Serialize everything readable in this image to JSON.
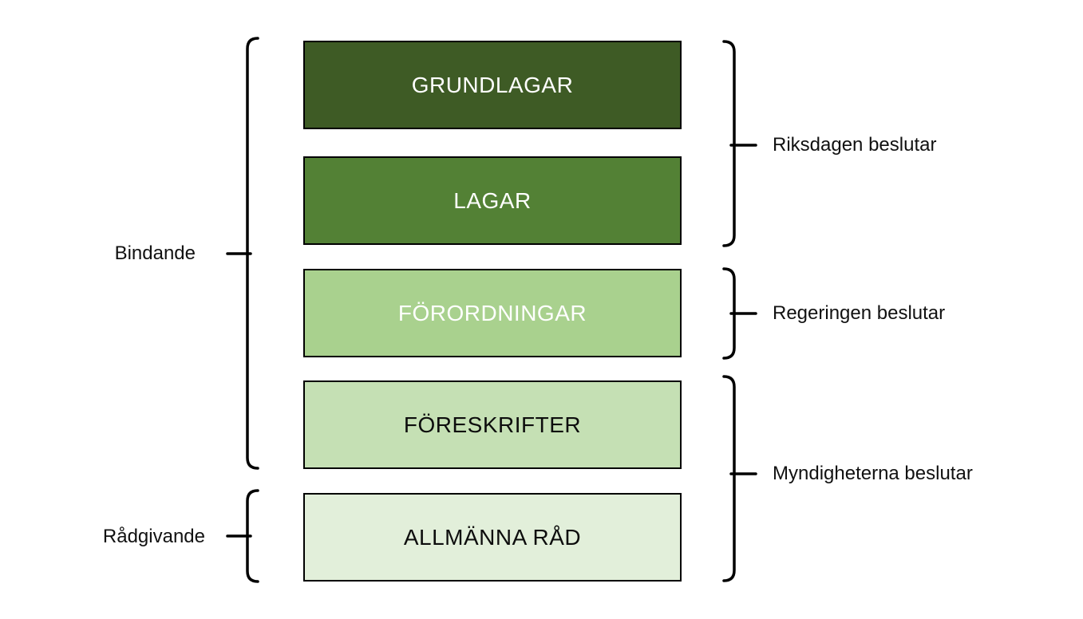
{
  "diagram": {
    "title_semantic": "Swedish legal rules hierarchy",
    "background": "#ffffff",
    "line_color": "#000000",
    "boxes": [
      {
        "label": "GRUNDLAGAR",
        "bg": "#3e5b25",
        "text_color": "#ffffff"
      },
      {
        "label": "LAGAR",
        "bg": "#538135",
        "text_color": "#ffffff"
      },
      {
        "label": "FÖRORDNINGAR",
        "bg": "#a9d18e",
        "text_color": "#ffffff"
      },
      {
        "label": "FÖRESKRIFTER",
        "bg": "#c5e0b4",
        "text_color": "#0d0d0d"
      },
      {
        "label": "ALLMÄNNA RÅD",
        "bg": "#e2efda",
        "text_color": "#0d0d0d"
      }
    ],
    "left_labels": [
      {
        "label": "Bindande"
      },
      {
        "label": "Rådgivande"
      }
    ],
    "right_labels": [
      {
        "label": "Riksdagen beslutar"
      },
      {
        "label": "Regeringen beslutar"
      },
      {
        "label": "Myndigheterna beslutar"
      }
    ]
  }
}
